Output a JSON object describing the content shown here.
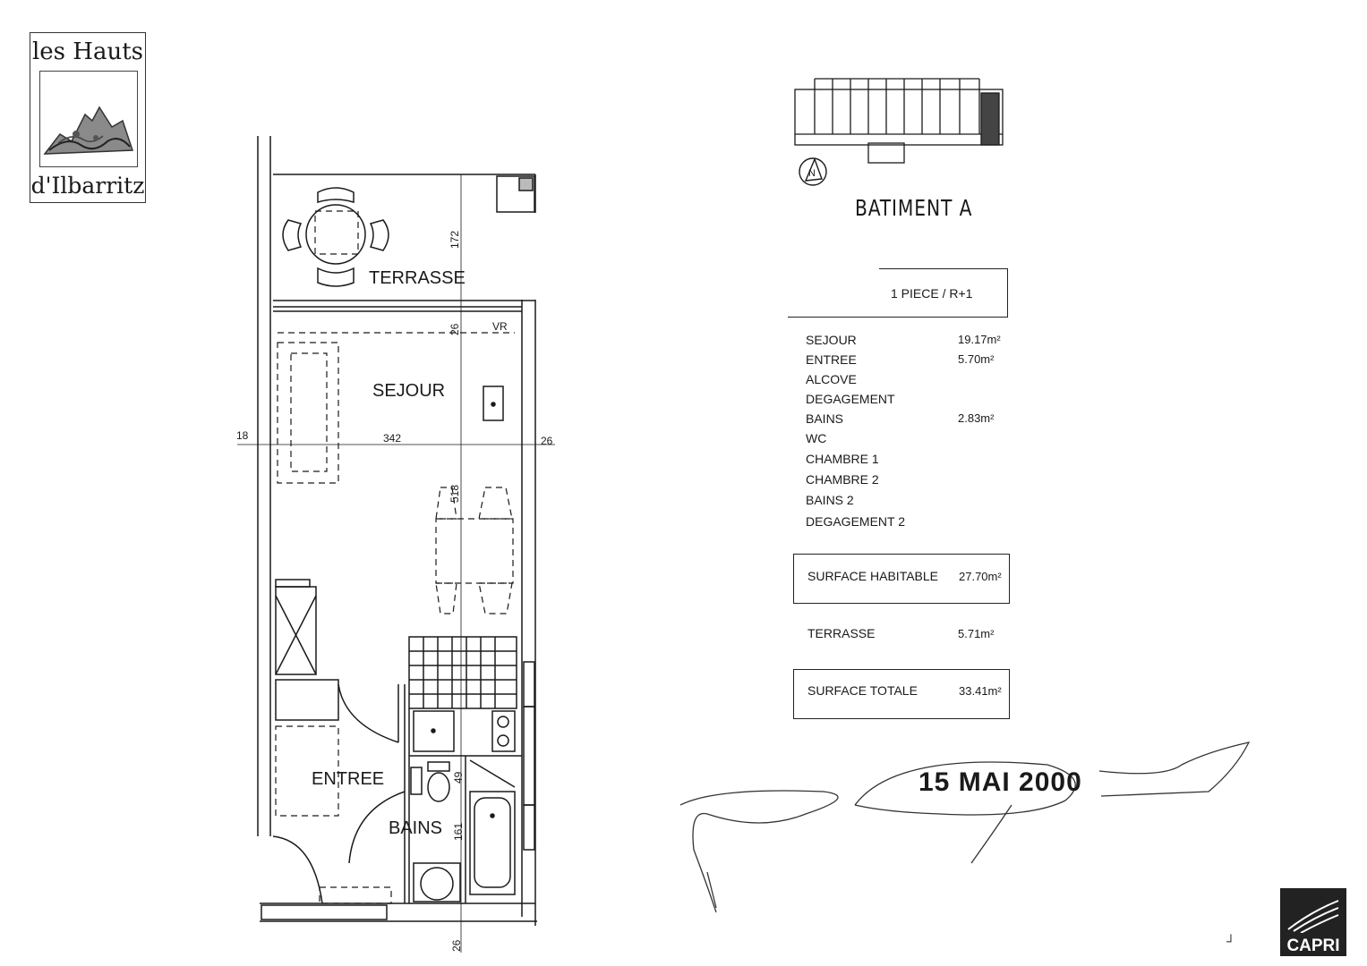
{
  "logo": {
    "line1": "les Hauts",
    "line2": "d'Ilbarritz",
    "art_icon": "mountain-icon"
  },
  "plan": {
    "rooms": {
      "terrasse": "TERRASSE",
      "sejour": "SEJOUR",
      "entree": "ENTREE",
      "bains": "BAINS"
    },
    "labels": {
      "vr": "VR",
      "dim_172": "172",
      "dim_26_top": "26",
      "dim_18": "18",
      "dim_342": "342",
      "dim_26_right": "26",
      "dim_518": "518",
      "dim_49": "49",
      "dim_161": "161",
      "dim_26_bottom": "26"
    }
  },
  "building": {
    "title": "BATIMENT  A",
    "compass_label": "N",
    "compass_icon": "compass-icon"
  },
  "unit": {
    "type": "1 PIECE  /  R+1"
  },
  "rooms": [
    {
      "name": "SEJOUR",
      "area": "19.17m²"
    },
    {
      "name": "ENTREE",
      "area": "5.70m²"
    },
    {
      "name": "ALCOVE",
      "area": ""
    },
    {
      "name": "DEGAGEMENT",
      "area": ""
    },
    {
      "name": "BAINS",
      "area": "2.83m²"
    },
    {
      "name": "WC",
      "area": ""
    },
    {
      "name": "CHAMBRE  1",
      "area": ""
    },
    {
      "name": "CHAMBRE  2",
      "area": ""
    },
    {
      "name": "BAINS  2",
      "area": ""
    },
    {
      "name": "DEGAGEMENT  2",
      "area": ""
    }
  ],
  "summary": {
    "habitable_label": "SURFACE  HABITABLE",
    "habitable_value": "27.70m²",
    "terrasse_label": "TERRASSE",
    "terrasse_value": "5.71m²",
    "total_label": "SURFACE  TOTALE",
    "total_value": "33.41m²"
  },
  "stamp": {
    "date": "15 MAI 2000"
  },
  "brand": {
    "capri": "CAPRI",
    "corner": "┘"
  }
}
